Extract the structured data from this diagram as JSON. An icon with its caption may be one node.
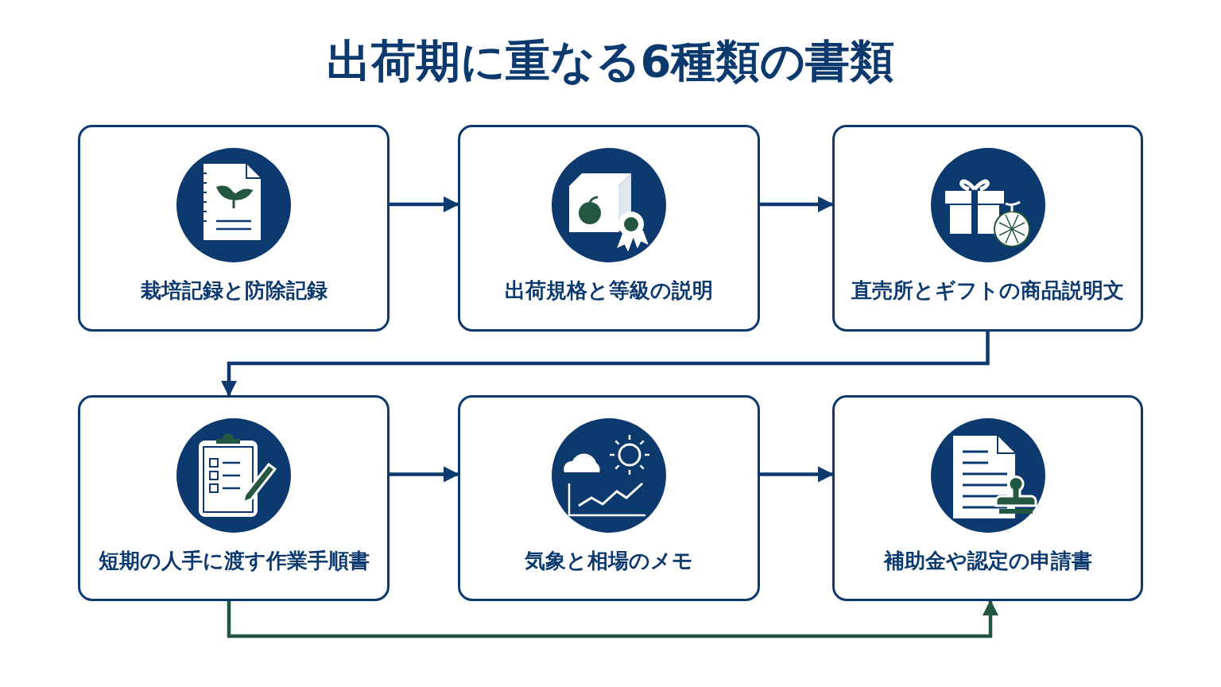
{
  "diagram": {
    "title": "出荷期に重なる6種類の書類",
    "nodes": [
      {
        "text": [
          "栽培記録と防除記録"
        ]
      },
      {
        "text": [
          "出荷規格と等級の説明"
        ]
      },
      {
        "text": [
          "直売所とギフトの商品説明文"
        ]
      },
      {
        "text": [
          "短期の人手に渡す作業手順書"
        ]
      },
      {
        "text": [
          "気象と相場のメモ"
        ]
      },
      {
        "text": [
          "補助金や認定の申請書"
        ]
      }
    ],
    "edges": [
      {
        "from": 0,
        "to": 1,
        "arrow": "to"
      },
      {
        "from": 1,
        "to": 2,
        "arrow": "to"
      },
      {
        "from": 2,
        "to": 3,
        "arrow": "to"
      },
      {
        "from": 3,
        "to": 4,
        "arrow": "to"
      },
      {
        "from": 4,
        "to": 5,
        "arrow": "to"
      },
      {
        "from": 3,
        "to": 5,
        "arrow": "to",
        "color": "#24573f"
      }
    ]
  }
}
